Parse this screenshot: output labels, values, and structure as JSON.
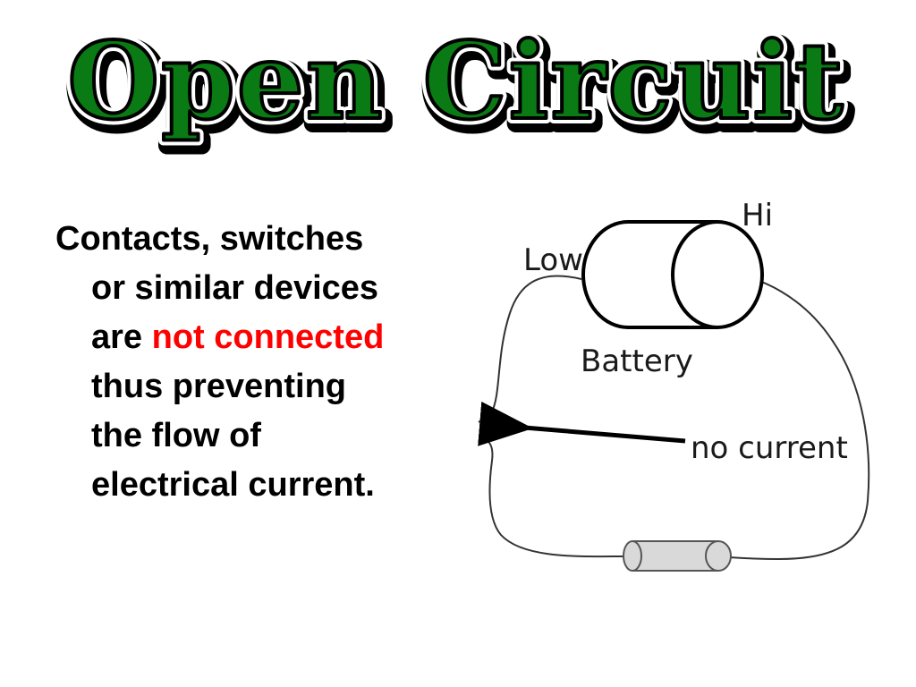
{
  "title": "Open Circuit",
  "body": {
    "line1": "Contacts, switches",
    "line2": "or similar devices",
    "line3_prefix": "are ",
    "line3_highlight": "not connected",
    "line4": "thus preventing",
    "line5": "the flow of",
    "line6": "electrical current."
  },
  "diagram": {
    "label_low": "Low",
    "label_hi": "Hi",
    "label_battery": "Battery",
    "label_no_current": "no current"
  },
  "colors": {
    "title_fill": "#0a7a14",
    "title_outline": "#000000",
    "highlight": "#ff0000",
    "resistor_fill": "#d9d9d9"
  }
}
